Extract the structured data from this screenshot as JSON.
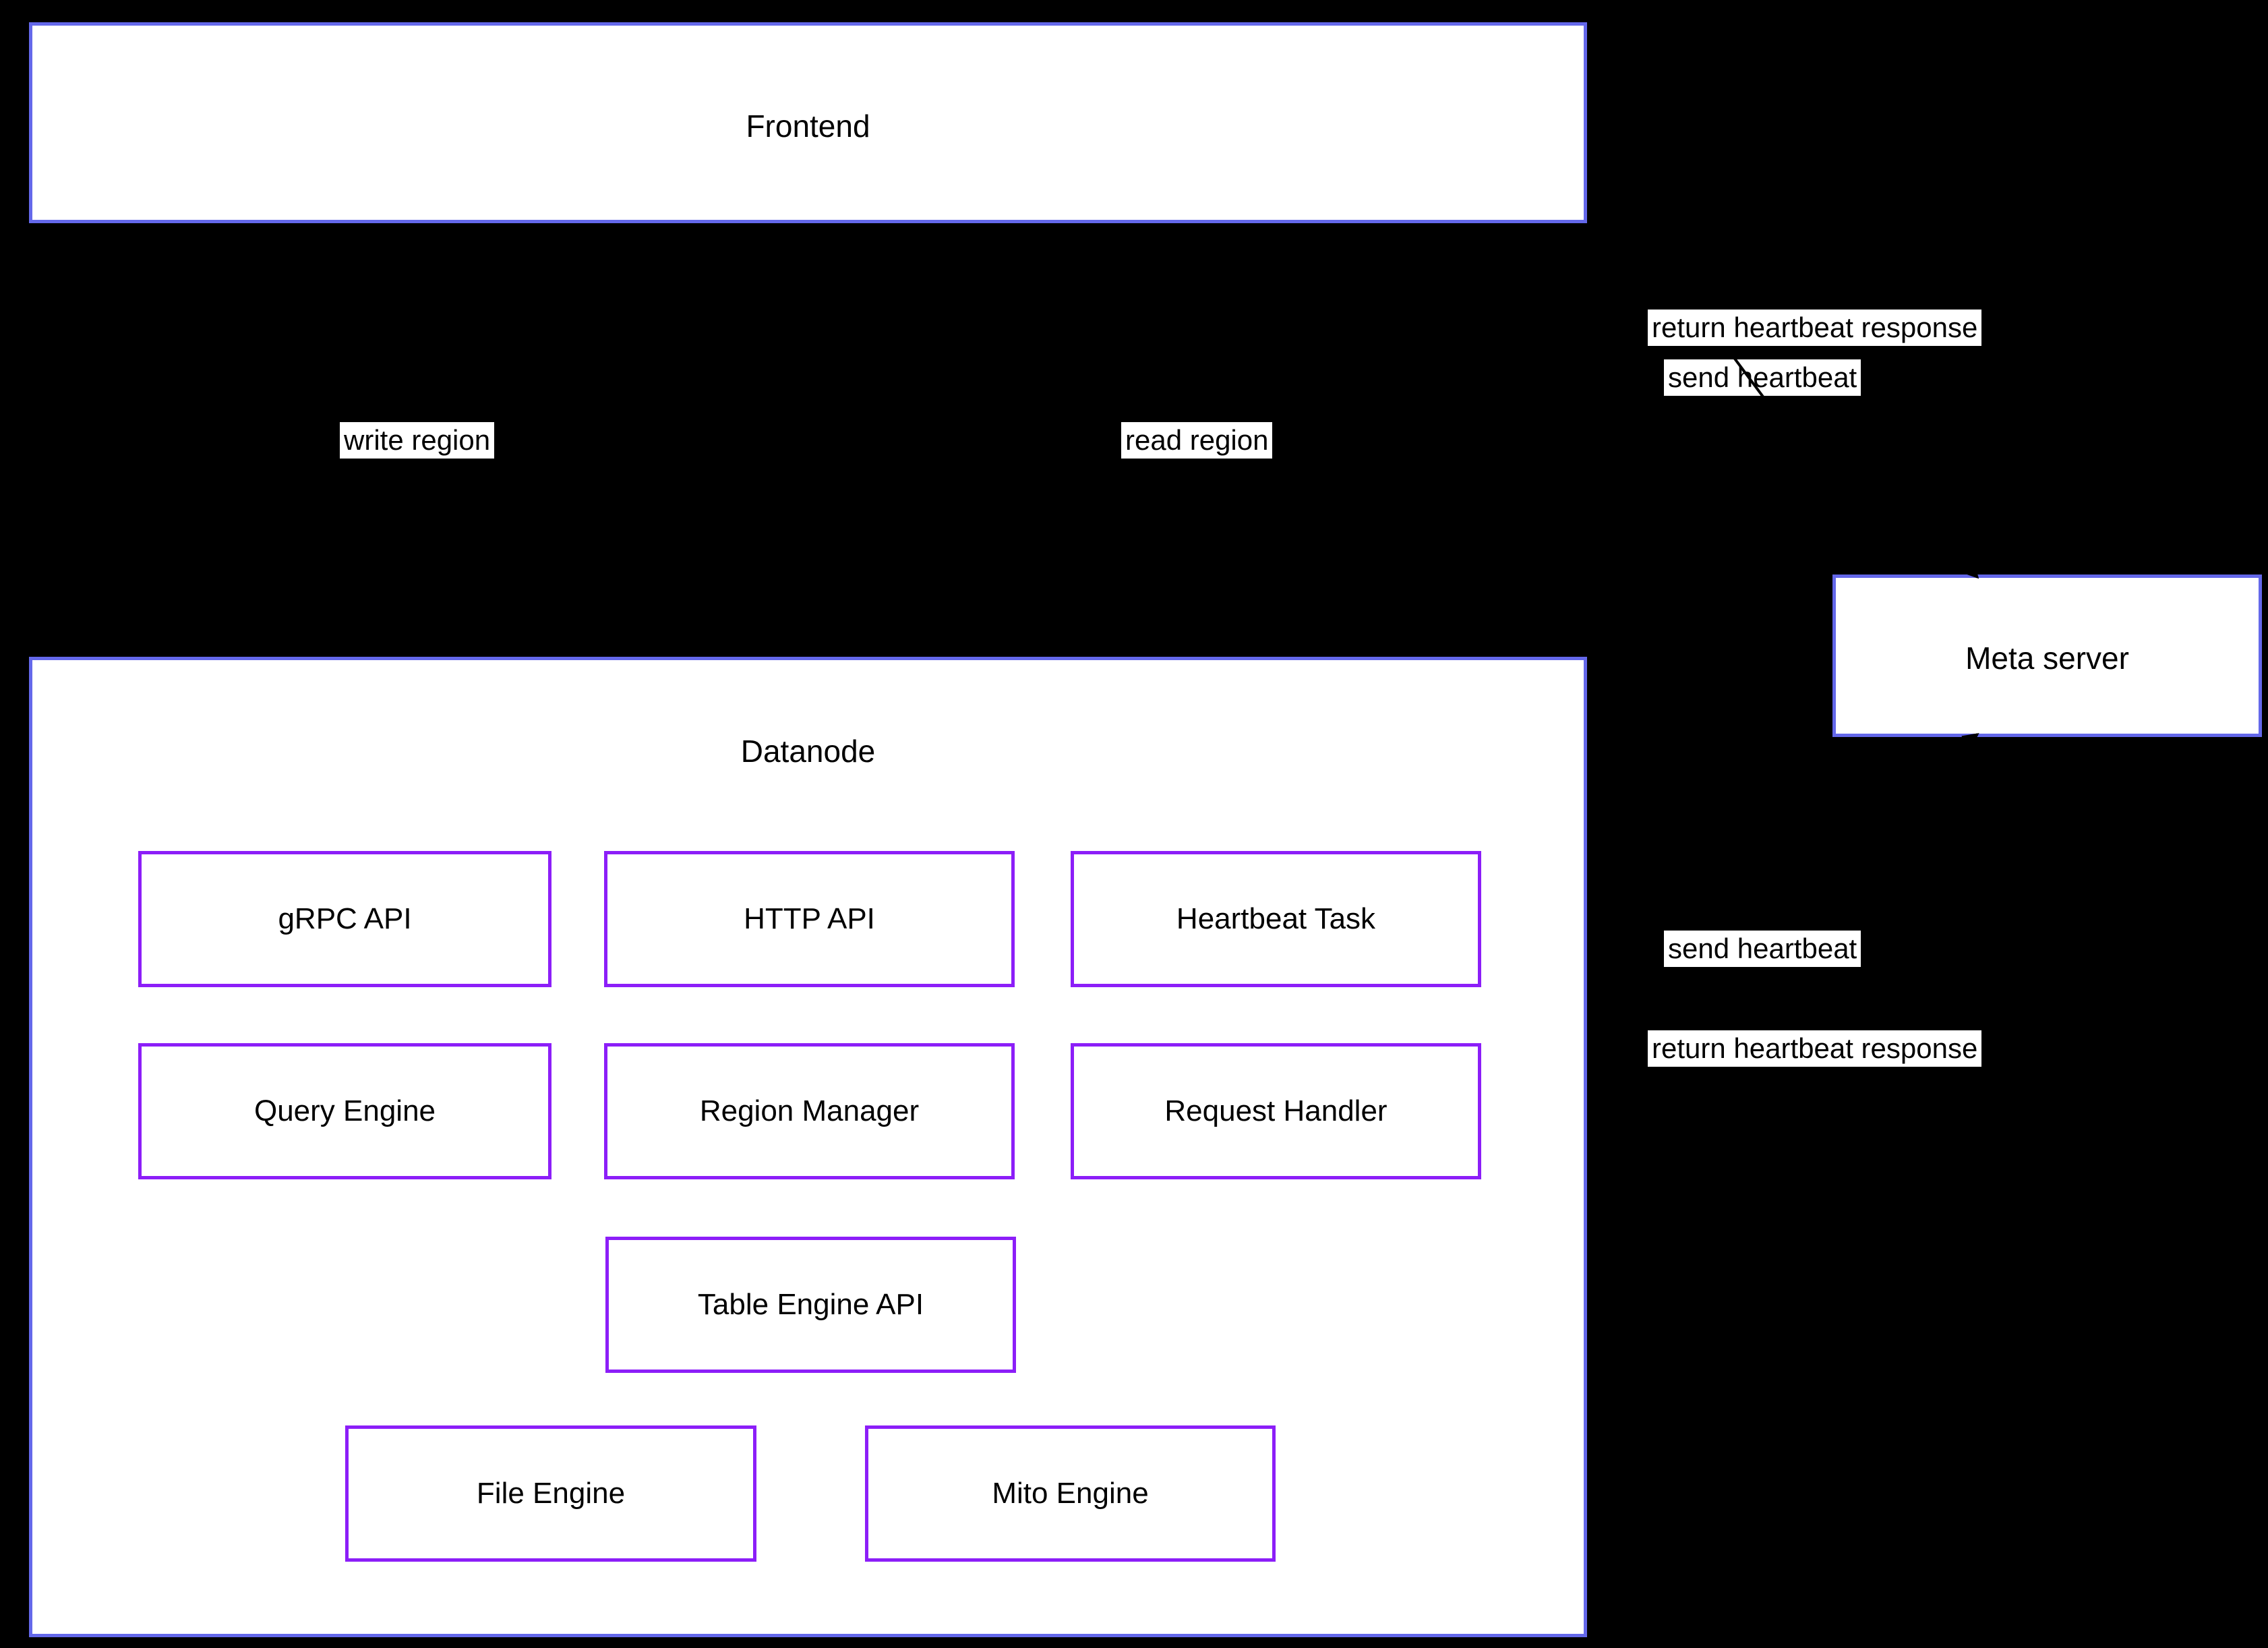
{
  "diagram": {
    "frontend": {
      "title": "Frontend"
    },
    "datanode": {
      "title": "Datanode",
      "components": [
        {
          "label": "gRPC API"
        },
        {
          "label": "HTTP API"
        },
        {
          "label": "Heartbeat Task"
        },
        {
          "label": "Query Engine"
        },
        {
          "label": "Region Manager"
        },
        {
          "label": "Request Handler"
        },
        {
          "label": "Table Engine API"
        },
        {
          "label": "File Engine"
        },
        {
          "label": "Mito Engine"
        }
      ]
    },
    "meta_server": {
      "title": "Meta server"
    },
    "edge_labels": {
      "write_region": "write region",
      "read_region": "read region",
      "frontend_meta_return": "return heartbeat response",
      "frontend_meta_send": "send heartbeat",
      "datanode_meta_send": "send heartbeat",
      "datanode_meta_return": "return heartbeat response"
    },
    "colors": {
      "background": "#000000",
      "container_border": "#6468ea",
      "component_border": "#8c1ef8",
      "box_fill": "#ffffff",
      "text": "#000000",
      "arrow": "#000000"
    }
  }
}
